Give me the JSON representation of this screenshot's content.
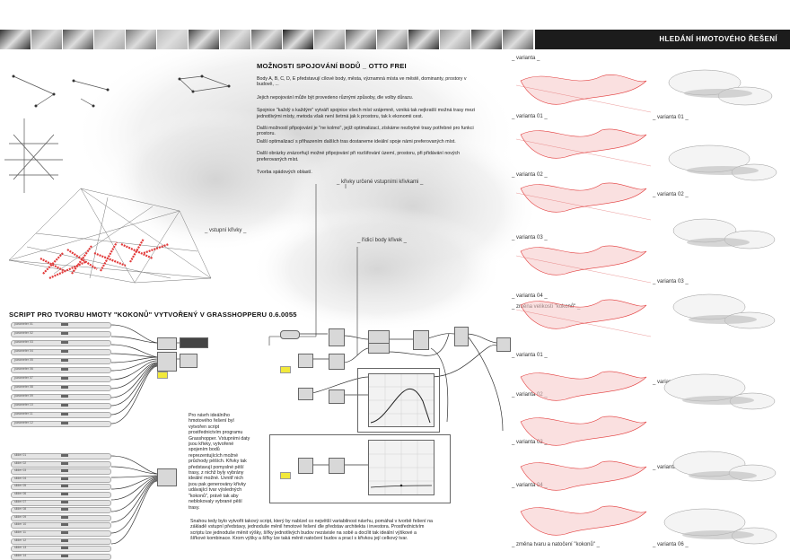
{
  "header": {
    "title": "HLEDÁNÍ HMOTOVÉHO ŘEŠENÍ"
  },
  "thumbs": [
    "thumb-1",
    "thumb-2",
    "thumb-3",
    "thumb-4",
    "thumb-5",
    "thumb-6",
    "thumb-7",
    "thumb-8",
    "thumb-9",
    "thumb-10",
    "thumb-11",
    "thumb-12",
    "thumb-13",
    "thumb-14",
    "thumb-15",
    "thumb-16",
    "thumb-17"
  ],
  "otto": {
    "title": "MOŽNOSTI SPOJOVÁNÍ BODŮ _ OTTO FREI",
    "p1": "Body A, B, C, D, E představují cílové body, města, významná místa ve městě, dominanty, prostory v budově, ...",
    "p2": "Jejich nepojování může být provedeno různými způsoby, dle volby důrazu.",
    "p3": "Spojnice \"každý s každým\" vytváří spojnice všech míst vzájemně, vzniká tak nejkratší možná trasy mezi jednotlivými místy, metoda však není šetrná jak k prostoru, tak k ekonomii cest.",
    "p4": "Dalši možností připojování je \"ne kolmo\", jejíž optimalizací, získáme nezbytné trasy potřebné pro funkci prostoru.",
    "p5": "Další optimalizací s přihazením dalších tras dostaneme ideální spoje námi preferovaných míst.",
    "p6": "Další obrázky znázorňují možné připojování při rozšiřování území, prostoru, při přidávání nových preferovaných míst.",
    "p7": "Tvorba spádových oblastí."
  },
  "labels": {
    "vstupni": "_ vstupní křivky _",
    "krivky_urcene": "_ křivky určené vstupními křivkami _",
    "ridici": "_ řídicí body křivek _"
  },
  "script_title": "SCRIPT PRO TVORBU HMOTY \"KOKONŮ\" VYTVOŘENÝ V GRASSHOPPERU 0.6.0055",
  "desc": "Pro návrh ideálního hmotového řešení byl vytvořen script prostřednictvím programu Grasshopper. Vstupními daty jsou křivky, vytvořené spojením bodů reprezentujících možné průchody pěších. Křivky tak představují pomyslné pěší trasy, z nichž byly vybrány ideální možné. Uvnitř nich jsou pak generovány křivky udávající tvar výsledných \"kokonů\", právě tak aby neblokovaly vybrané pěší trasy.",
  "bottom_text": "Snahou tedy bylo vytvořit takový script, který by nabízel co největší variabilnost návrhu, pomáhal v tvorbě řešení na základě vstupní představy, jednoduše měnil hmotové řešení dle představ architekta i investora. Prostřednictvím scriptu lze jednoduše měnit výšky, šířky jednotlivých budov nezávisle na sobě a docílit tak ideální výškové a šířkové kombinace. Krom výšky a šířky lze taká měnit natočení budov a prací s křivkou její celkový tvar.",
  "variants_left": [
    "_ varianta _",
    "_ varianta 01 _",
    "_ varianta 02 _",
    "_ varianta 03 _",
    "_ varianta 04 _",
    "_ změna velikosti \"kokonů\" _",
    "_ varianta 01 _",
    "_ varianta 02 _",
    "_ varianta 03 _",
    "_ varianta 04 _",
    "_ změna tvaru a natočení \"kokonů\" _"
  ],
  "variants_right": [
    "_ varianta 01 _",
    "_ varianta 02 _",
    "_ varianta 03 _",
    "_ varianta 04 _",
    "_ varianta 05 _",
    "_ varianta 06 _"
  ],
  "sliders_top": [
    "parameter 01",
    "parameter 02",
    "parameter 03",
    "parameter 04",
    "parameter 05",
    "parameter 06",
    "parameter 07",
    "parameter 08",
    "parameter 09",
    "parameter 10",
    "parameter 11",
    "parameter 12"
  ],
  "sliders_bottom": [
    "slider 01",
    "slider 02",
    "slider 03",
    "slider 04",
    "slider 05",
    "slider 06",
    "slider 07",
    "slider 08",
    "slider 09",
    "slider 10",
    "slider 11",
    "slider 12",
    "slider 13",
    "slider 14"
  ],
  "colors": {
    "accent_red": "#e23a3a",
    "header_bg": "#1c1c1c",
    "gh_yellow": "#f2e93b"
  }
}
